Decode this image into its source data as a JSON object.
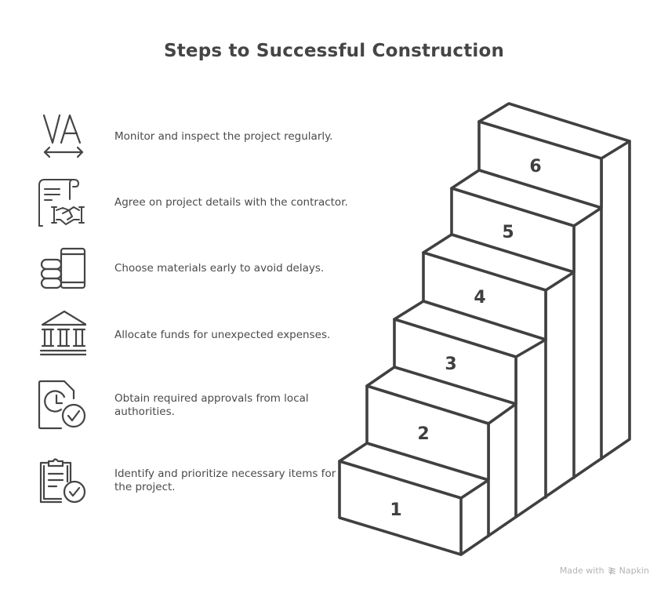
{
  "title": "Steps to Successful Construction",
  "colors": {
    "stroke": "#404040",
    "text": "#4a4a4a",
    "title": "#454545",
    "watermark": "#b3b3b3",
    "background": "#ffffff"
  },
  "steps": [
    {
      "number": "6",
      "icon": "arrow-width-va-icon",
      "text": "Monitor and inspect the project regularly."
    },
    {
      "number": "5",
      "icon": "contract-handshake-icon",
      "text": "Agree on project details with the contractor."
    },
    {
      "number": "4",
      "icon": "material-stack-icon",
      "text": "Choose materials early to avoid delays."
    },
    {
      "number": "3",
      "icon": "bank-building-icon",
      "text": "Allocate funds for unexpected expenses."
    },
    {
      "number": "2",
      "icon": "document-clock-check-icon",
      "text": "Obtain required approvals from local authorities."
    },
    {
      "number": "1",
      "icon": "clipboard-check-icon",
      "text": "Identify and prioritize necessary items for the project."
    }
  ],
  "staircase": {
    "labels": [
      "1",
      "2",
      "3",
      "4",
      "5",
      "6"
    ]
  },
  "watermark": {
    "prefix": "Made with",
    "brand": "Napkin"
  }
}
